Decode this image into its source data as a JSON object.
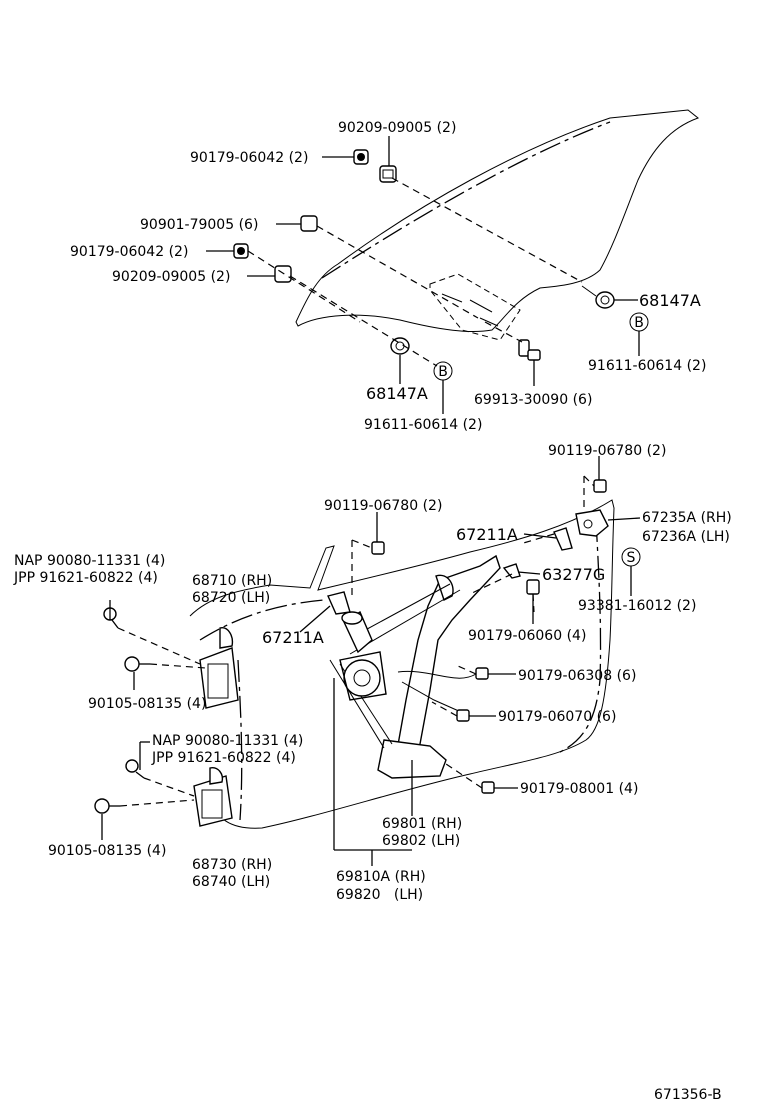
{
  "labels": {
    "nut_90209_a": "90209-09005 (2)",
    "bolt_90179_06042_a": "90179-06042 (2)",
    "nut_90901": "90901-79005 (6)",
    "bolt_90179_06042_b": "90179-06042 (2)",
    "nut_90209_b": "90209-09005 (2)",
    "cushion_68147_right": "68147A",
    "marker_b_right": "B",
    "screw_91611_right": "91611-60614 (2)",
    "cushion_68147_left": "68147A",
    "marker_b_left": "B",
    "bolt_69913": "69913-30090 (6)",
    "screw_91611_left": "91611-60614 (2)",
    "bolt_90119_top": "90119-06780 (2)",
    "bolt_90119_mid": "90119-06780 (2)",
    "stabilizer_67211_upper": "67211A",
    "stabilizer_67235": "67235A (RH)",
    "stabilizer_67236": "67236A (LH)",
    "nap_90080_upper": "NAP 90080-11331 (4)",
    "jpp_91621_upper": "JPP 91621-60822 (4)",
    "hinge_68710": "68710 (RH)",
    "hinge_68720": "68720 (LH)",
    "clip_63277": "63277G",
    "marker_s": "S",
    "pin_93381": "93381-16012 (2)",
    "nut_90179_06060": "90179-06060 (4)",
    "stabilizer_67211_lower": "67211A",
    "nut_90179_06308": "90179-06308 (6)",
    "bolt_90105_upper": "90105-08135 (4)",
    "nut_90179_06070": "90179-06070 (6)",
    "nap_90080_lower": "NAP 90080-11331 (4)",
    "jpp_91621_lower": "JPP 91621-60822 (4)",
    "nut_90179_08001": "90179-08001 (4)",
    "regulator_69801": "69801 (RH)",
    "regulator_69802": "69802 (LH)",
    "bolt_90105_lower": "90105-08135 (4)",
    "hinge_68730": "68730 (RH)",
    "hinge_68740": "68740 (LH)",
    "assy_69810": "69810A (RH)",
    "assy_69820": "69820   (LH)",
    "diagram_code": "671356-B"
  }
}
